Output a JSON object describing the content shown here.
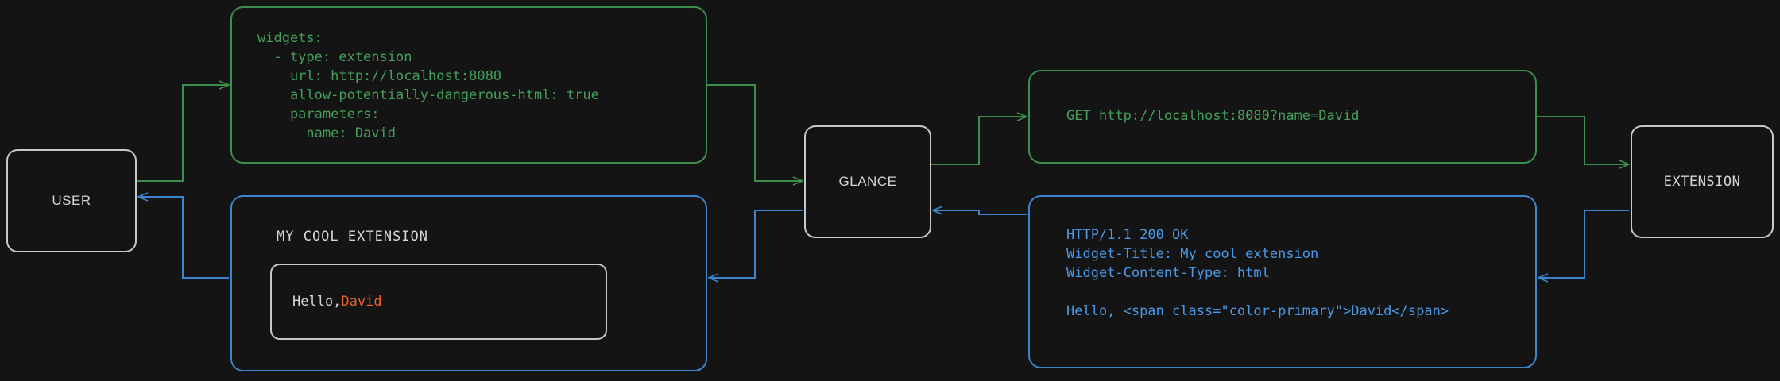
{
  "theme": {
    "background": "#141414",
    "request_green": "#43a05a",
    "response_blue": "#4a9ae8",
    "node_border": "#c8c8c8",
    "node_text": "#d5d5d5",
    "accent_orange": "#e8622a"
  },
  "nodes": {
    "user": "USER",
    "glance": "GLANCE",
    "extension": "EXTENSION"
  },
  "messages": {
    "yaml_config": "widgets:\n  - type: extension\n    url: http://localhost:8080\n    allow-potentially-dangerous-html: true\n    parameters:\n      name: David",
    "http_request": "GET http://localhost:8080?name=David",
    "http_response_headers": "HTTP/1.1 200 OK\nWidget-Title: My cool extension\nWidget-Content-Type: html",
    "http_response_body": "Hello, <span class=\"color-primary\">David</span>"
  },
  "widget": {
    "title": "MY COOL EXTENSION",
    "greeting_prefix": "Hello, ",
    "greeting_name": "David"
  },
  "arrows": [
    {
      "name": "user-to-config",
      "color": "#3a8f4d",
      "direction": "right"
    },
    {
      "name": "config-to-glance",
      "color": "#3a8f4d",
      "direction": "right"
    },
    {
      "name": "glance-to-request",
      "color": "#3a8f4d",
      "direction": "right"
    },
    {
      "name": "request-to-extension",
      "color": "#3a8f4d",
      "direction": "right"
    },
    {
      "name": "extension-to-response",
      "color": "#3d84cf",
      "direction": "left"
    },
    {
      "name": "response-to-glance",
      "color": "#3d84cf",
      "direction": "left"
    },
    {
      "name": "glance-to-widget",
      "color": "#3d84cf",
      "direction": "left"
    },
    {
      "name": "widget-to-user",
      "color": "#3d84cf",
      "direction": "left"
    }
  ]
}
